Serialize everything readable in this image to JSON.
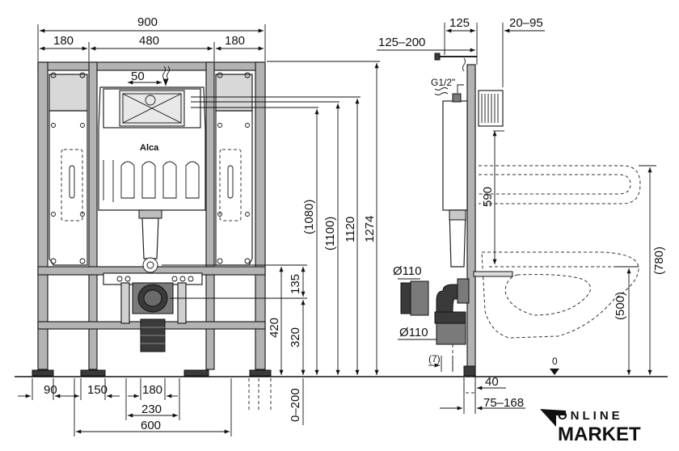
{
  "front_view": {
    "width_total": "900",
    "width_left": "180",
    "width_center": "480",
    "width_right": "180",
    "flush_offset": "50",
    "brand": "Alca",
    "height_1080": "(1080)",
    "height_1100": "(1100)",
    "height_1120": "1120",
    "height_1274": "1274",
    "height_135": "135",
    "height_420": "420",
    "height_320": "320",
    "floor_adjust": "0–200",
    "foot_90": "90",
    "foot_150": "150",
    "bottom_180": "180",
    "bottom_230": "230",
    "bottom_600": "600"
  },
  "side_view": {
    "top_125": "125",
    "top_20_95": "20–95",
    "top_125_200": "125–200",
    "water_inlet": "G1/2\"",
    "height_590": "590",
    "height_780": "(780)",
    "height_500": "(500)",
    "pipe_upper": "Ø110",
    "pipe_lower": "Ø110",
    "offset_7": "(7)",
    "floor_zero": "0",
    "bottom_40": "40",
    "bottom_75_168": "75–168"
  },
  "logo": {
    "line1": "ONLINE",
    "line2": "MARKET"
  }
}
